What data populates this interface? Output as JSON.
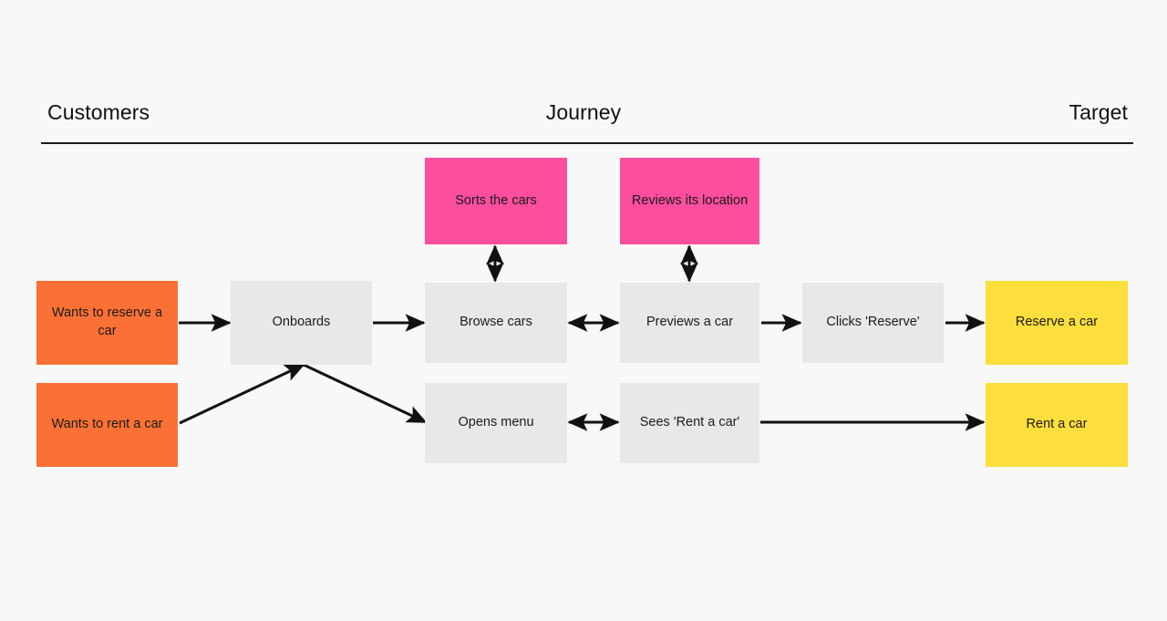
{
  "board": {
    "background_color": "#f8f8f8",
    "columns": [
      {
        "id": "customers",
        "label": "Customers",
        "align": "left"
      },
      {
        "id": "journey",
        "label": "Journey",
        "align": "center"
      },
      {
        "id": "target",
        "label": "Target",
        "align": "right"
      }
    ]
  },
  "palette": {
    "pink": "#fb4e9d",
    "orange": "#fb7135",
    "gray": "#e8e8e8",
    "yellow": "#fcde3c",
    "text": "#1b1b1b",
    "rule": "#1a1a1a",
    "arrow": "#111111"
  },
  "nodes": {
    "sorts_the_cars": {
      "label": "Sorts the cars",
      "color": "#fb4e9d",
      "column": "journey"
    },
    "reviews_its_location": {
      "label": "Reviews its location",
      "color": "#fb4e9d",
      "column": "journey"
    },
    "wants_to_reserve_a_car": {
      "label": "Wants to reserve a car",
      "color": "#fb7135",
      "column": "customers"
    },
    "wants_to_rent_a_car": {
      "label": "Wants to rent a car",
      "color": "#fb7135",
      "column": "customers"
    },
    "onboards": {
      "label": "Onboards",
      "color": "#e8e8e8",
      "column": "journey"
    },
    "browse_cars": {
      "label": "Browse cars",
      "color": "#e8e8e8",
      "column": "journey"
    },
    "previews_a_car": {
      "label": "Previews a car",
      "color": "#e8e8e8",
      "column": "journey"
    },
    "clicks_reserve": {
      "label": "Clicks 'Reserve'",
      "color": "#e8e8e8",
      "column": "journey"
    },
    "opens_menu": {
      "label": "Opens menu",
      "color": "#e8e8e8",
      "column": "journey"
    },
    "sees_rent_a_car": {
      "label": "Sees 'Rent a car'",
      "color": "#e8e8e8",
      "column": "journey"
    },
    "reserve_a_car": {
      "label": "Reserve a car",
      "color": "#fcde3c",
      "column": "target"
    },
    "rent_a_car": {
      "label": "Rent a car",
      "color": "#fcde3c",
      "column": "target"
    }
  },
  "connectors": [
    {
      "from": "wants_to_reserve_a_car",
      "to": "onboards",
      "style": "single"
    },
    {
      "from": "onboards",
      "to": "browse_cars",
      "style": "single"
    },
    {
      "from": "browse_cars",
      "to": "previews_a_car",
      "style": "double"
    },
    {
      "from": "previews_a_car",
      "to": "clicks_reserve",
      "style": "single"
    },
    {
      "from": "clicks_reserve",
      "to": "reserve_a_car",
      "style": "single"
    },
    {
      "from": "browse_cars",
      "to": "sorts_the_cars",
      "style": "double-vertical"
    },
    {
      "from": "previews_a_car",
      "to": "reviews_its_location",
      "style": "double-vertical"
    },
    {
      "from": "wants_to_rent_a_car",
      "to": "onboards",
      "style": "single-diagonal"
    },
    {
      "from": "wants_to_rent_a_car",
      "to": "opens_menu",
      "style": "single-diagonal"
    },
    {
      "from": "opens_menu",
      "to": "sees_rent_a_car",
      "style": "double"
    },
    {
      "from": "sees_rent_a_car",
      "to": "rent_a_car",
      "style": "single"
    }
  ]
}
